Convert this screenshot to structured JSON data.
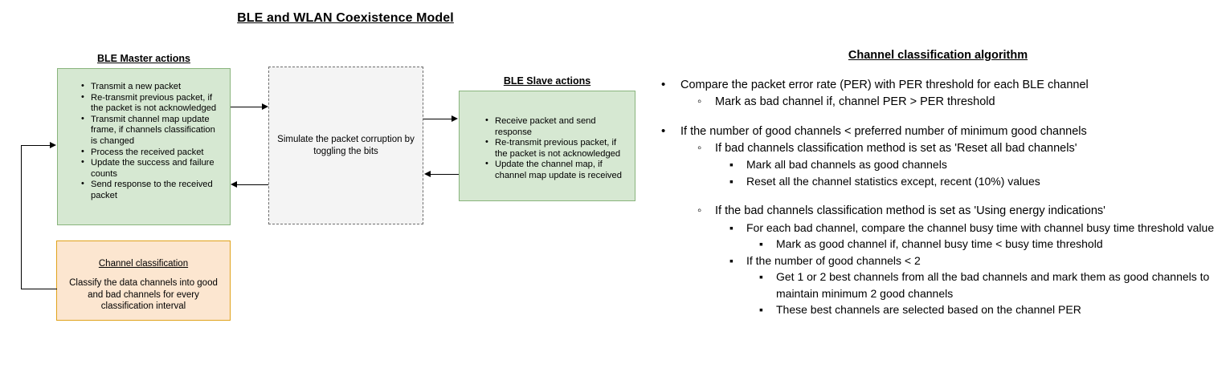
{
  "title": "BLE and WLAN Coexistence Model",
  "flow": {
    "master": {
      "heading": "BLE Master actions",
      "items": [
        "Transmit a new packet",
        "Re-transmit previous packet, if the packet is not acknowledged",
        "Transmit channel map update frame, if channels classification is changed",
        "Process the received packet",
        "Update the success and failure counts",
        "Send response to the received packet"
      ]
    },
    "middle": {
      "text": "Simulate the packet corruption by toggling the bits"
    },
    "slave": {
      "heading": "BLE Slave actions",
      "items": [
        "Receive packet and send response",
        "Re-transmit previous packet,  if the packet is not acknowledged",
        "Update the channel map, if channel map update is received"
      ]
    },
    "classification": {
      "title": "Channel classification",
      "body": "Classify the data channels into good and bad channels for every classification interval"
    }
  },
  "algorithm": {
    "title": "Channel classification algorithm",
    "items": [
      {
        "level": 1,
        "marker": "disc",
        "text": "Compare the packet error rate (PER) with PER threshold for each BLE channel",
        "gap": false
      },
      {
        "level": 2,
        "marker": "circle",
        "text": "Mark as bad channel if, channel PER > PER threshold",
        "gap": false
      },
      {
        "level": 1,
        "marker": "disc",
        "text": "If the number of good channels < preferred number of minimum good channels",
        "gap": true
      },
      {
        "level": 2,
        "marker": "circle",
        "text": "If  bad channels classification method is set as 'Reset all bad channels'",
        "gap": false
      },
      {
        "level": 3,
        "marker": "square",
        "text": "Mark all bad channels as good channels",
        "gap": false
      },
      {
        "level": 3,
        "marker": "square",
        "text": "Reset all the channel statistics except, recent (10%) values",
        "gap": false
      },
      {
        "level": 2,
        "marker": "circle",
        "text": "If  the bad channels classification method is set as 'Using energy indications'",
        "gap": true
      },
      {
        "level": 3,
        "marker": "square",
        "text": "For each bad channel, compare the channel busy time with channel busy time threshold value",
        "gap": false
      },
      {
        "level": 4,
        "marker": "square",
        "text": "Mark as good channel if, channel busy time < busy time threshold",
        "gap": false
      },
      {
        "level": 3,
        "marker": "square",
        "text": "If the number of good channels < 2",
        "gap": false
      },
      {
        "level": 4,
        "marker": "square",
        "text": "Get 1 or 2  best channels from all the bad channels and mark them as good channels to maintain minimum 2 good channels",
        "gap": false
      },
      {
        "level": 4,
        "marker": "square",
        "text": "These best channels are selected based on the channel PER",
        "gap": false
      }
    ]
  }
}
